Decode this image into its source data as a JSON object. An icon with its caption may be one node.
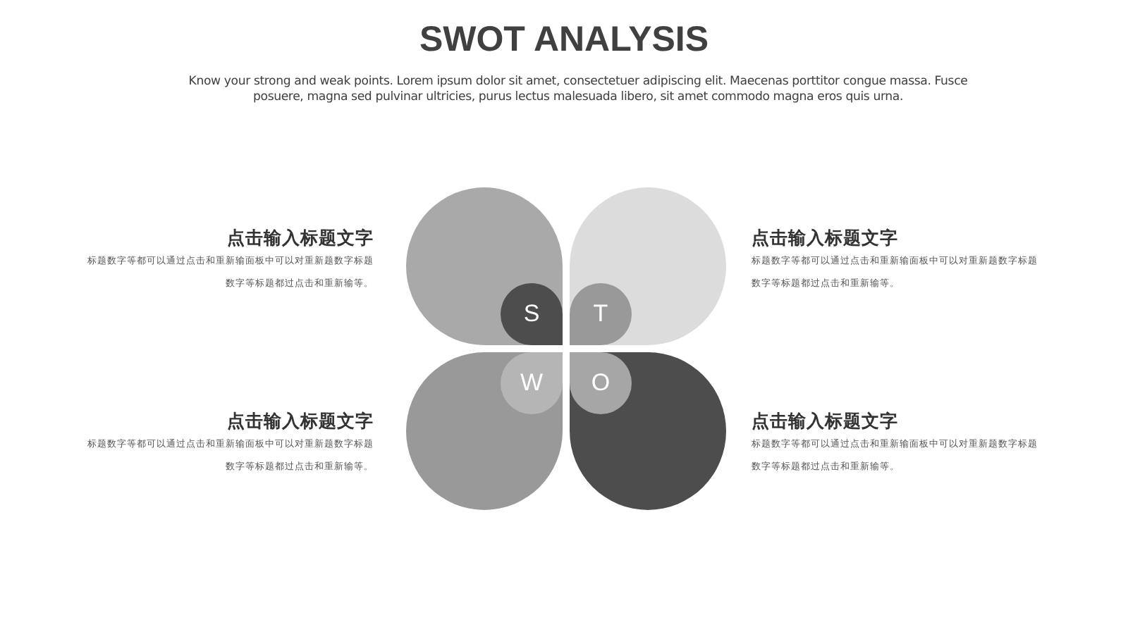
{
  "diagram": {
    "title": "SWOT ANALYSIS",
    "caption": "Know your strong and weak points. Lorem ipsum dolor sit amet, consectetuer adipiscing elit. Maecenas porttitor congue massa. Fusce posuere, magna sed pulvinar ultricies, purus lectus malesuada libero, sit amet commodo magna eros quis urna.",
    "nodes": [
      {
        "text": [],
        "shape": "petal"
      },
      {
        "text": [],
        "shape": "petal"
      },
      {
        "text": [
          "S"
        ],
        "in": 0
      },
      {
        "text": [
          "T"
        ],
        "in": 1
      },
      {
        "text": [],
        "shape": "petal"
      },
      {
        "text": [],
        "shape": "petal"
      },
      {
        "text": [
          "W"
        ],
        "in": 4
      },
      {
        "text": [
          "O"
        ],
        "in": 5
      }
    ],
    "labels": [
      "点击输入标题文字",
      "标题数字等都可以通过点击和重新输面板中可以对重新题数字标题数字等标题都过点击和重新输等。",
      "点击输入标题文字",
      "标题数字等都可以通过点击和重新输面板中可以对重新题数字标题数字等标题都过点击和重新输等。",
      "点击输入标题文字",
      "标题数字等都可以通过点击和重新输面板中可以对重新题数字标题数字等标题都过点击和重新输等。",
      "点击输入标题文字",
      "标题数字等都可以通过点击和重新输面板中可以对重新题数字标题数字等标题都过点击和重新输等。"
    ]
  }
}
